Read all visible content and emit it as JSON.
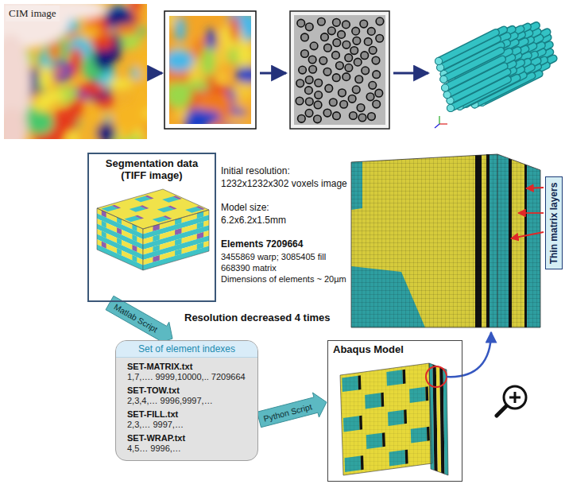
{
  "diagram": {
    "nodes": [
      {
        "text": [
          "CIM image"
        ]
      },
      {
        "text": [
          "Segmentation data (TIFF image)"
        ]
      },
      {
        "text": [
          "Thin matrix layers"
        ]
      },
      {
        "text": [
          "Set of element indexes",
          "SET-MATRIX.txt",
          "1,7,…. 9999,10000,.. 7209664",
          "SET-TOW.txt",
          "2,3,4,… 9996,9997,…",
          "SET-FILL.txt",
          "2,3,… 9997,…",
          "SET-WRAP.txt",
          "4,5… 9996,…"
        ]
      },
      {
        "text": [
          "Abaqus Model"
        ]
      }
    ],
    "edges": [
      {
        "from": 1,
        "to": 3,
        "label": "Matlab Script",
        "arrow": "to"
      },
      {
        "from": 3,
        "to": 4,
        "label": "Python Script",
        "arrow": "to"
      }
    ],
    "labels": [
      "Initial resolution:",
      "1232x1232x302 voxels image",
      "Model size:",
      "6.2x6.2x1.5mm",
      "Elements 7209664",
      "3455869 warp; 3085405 fill",
      "668390 matrix",
      "Dimensions of elements ~ 20µm",
      "Resolution decreased 4 times"
    ]
  }
}
